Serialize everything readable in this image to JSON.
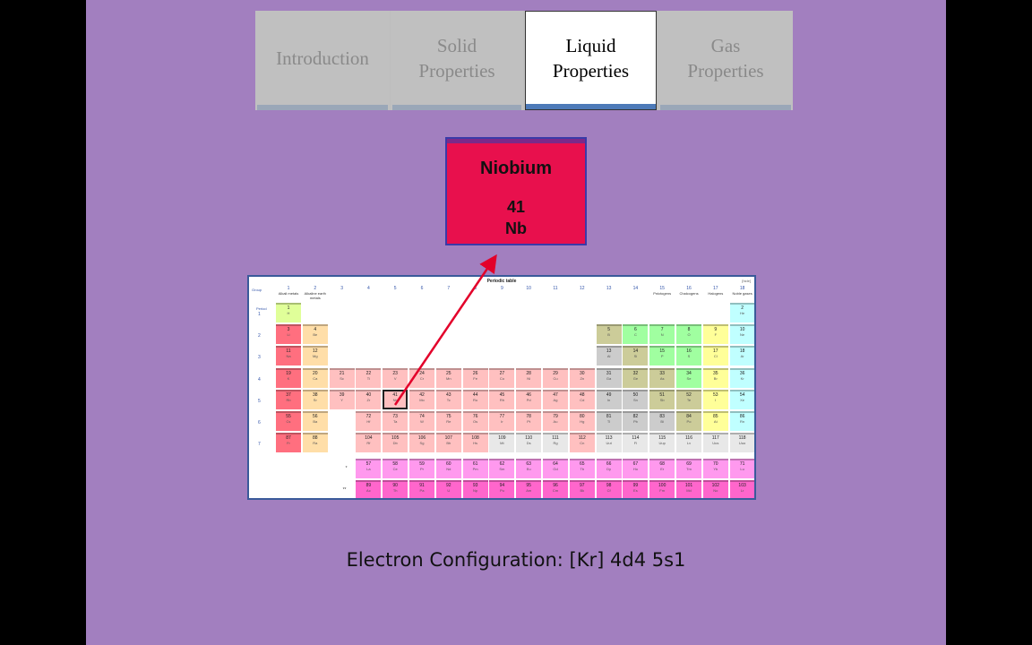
{
  "tabs": [
    {
      "label": "Introduction",
      "active": false
    },
    {
      "label": "Solid\nProperties",
      "active": false
    },
    {
      "label": "Liquid\nProperties",
      "active": true
    },
    {
      "label": "Gas\nProperties",
      "active": false
    }
  ],
  "element": {
    "name": "Niobium",
    "number": "41",
    "symbol": "Nb"
  },
  "periodic_table": {
    "title": "Periodic table",
    "edit_link": "[hide]",
    "group_label": "Group",
    "period_label": "Period",
    "groups": [
      "1",
      "2",
      "3",
      "4",
      "5",
      "6",
      "7",
      "8",
      "9",
      "10",
      "11",
      "12",
      "13",
      "14",
      "15",
      "16",
      "17",
      "18"
    ],
    "group_names": [
      "Alkali metals",
      "Alkaline earth metals",
      "",
      "",
      "",
      "",
      "",
      "",
      "",
      "",
      "",
      "",
      "",
      "",
      "Pnictogens",
      "Chalcogens",
      "Halogens",
      "Noble gases"
    ],
    "periods": [
      "1",
      "2",
      "3",
      "4",
      "5",
      "6",
      "7"
    ],
    "lanthanide_marker": "*",
    "actinide_marker": "**",
    "colors": {
      "alkali": "#ff6f7f",
      "alkaline": "#ffdea8",
      "transition": "#ffc0c0",
      "lanthanide": "#ff99ee",
      "actinide": "#ff66cc",
      "poor": "#cccccc",
      "metalloid": "#cccc99",
      "nonmetal": "#a0ffa0",
      "halogen": "#ffff99",
      "noble": "#c0ffff",
      "hydrogen": "#e0ff99",
      "unknown": "#e8e8e8"
    }
  },
  "electron_configuration": "Electron Configuration: [Kr] 4d4 5s1"
}
